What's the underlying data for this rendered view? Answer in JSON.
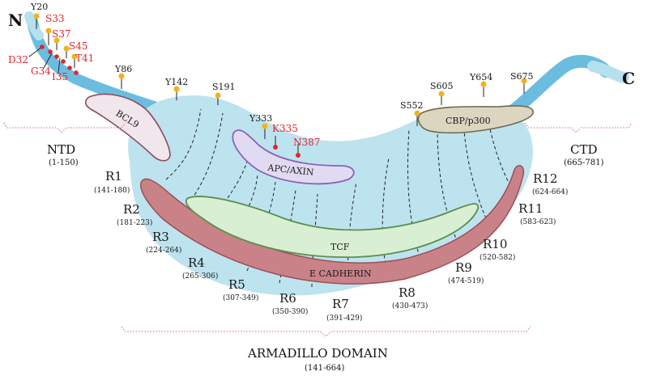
{
  "colors": {
    "body": "#bde3ef",
    "tail": "#6bbde0",
    "tail_light": "#b7e0ee",
    "bcl9_fill": "#f1e6ec",
    "bcl9_stroke": "#8d4b5e",
    "apc_fill": "#e1dbf2",
    "apc_stroke": "#8e62b4",
    "cbp_fill": "#dcd5c0",
    "cbp_stroke": "#6f6a4c",
    "tcf_fill": "#d9efd3",
    "tcf_stroke": "#5a8f4c",
    "ecad_fill": "#c98288",
    "ecad_stroke": "#9c4f56",
    "pin": "#f3b21a",
    "pin_red": "#e0242b",
    "bracket": "#d46a55",
    "black_site": "#1a1a1a",
    "red_site": "#e0242b"
  },
  "terminals": {
    "n": "N",
    "c": "C"
  },
  "sites": {
    "y20": "Y20",
    "s33": "S33",
    "s37": "S37",
    "s45": "S45",
    "t41": "T41",
    "d32": "D32",
    "g34": "G34",
    "i35": "I35",
    "y86": "Y86",
    "y142": "Y142",
    "s191": "S191",
    "y333": "Y333",
    "k335": "K335",
    "n387": "N387",
    "s552": "S552",
    "s605": "S605",
    "y654": "Y654",
    "s675": "S675"
  },
  "binders": {
    "bcl9": "BCL9",
    "apc": "APC/AXIN",
    "cbp": "CBP/p300",
    "tcf": "TCF",
    "ecad": "E CADHERIN"
  },
  "domains": {
    "ntd": {
      "name": "NTD",
      "range": "(1-150)"
    },
    "ctd": {
      "name": "CTD",
      "range": "(665-781)"
    },
    "arm": {
      "name": "ARMADILLO DOMAIN",
      "range": "(141-664)"
    }
  },
  "repeats": [
    {
      "name": "R1",
      "range": "(141-180)"
    },
    {
      "name": "R2",
      "range": "(181-223)"
    },
    {
      "name": "R3",
      "range": "(224-264)"
    },
    {
      "name": "R4",
      "range": "(265-306)"
    },
    {
      "name": "R5",
      "range": "(307-349)"
    },
    {
      "name": "R6",
      "range": "(350-390)"
    },
    {
      "name": "R7",
      "range": "(391-429)"
    },
    {
      "name": "R8",
      "range": "(430-473)"
    },
    {
      "name": "R9",
      "range": "(474-519)"
    },
    {
      "name": "R10",
      "range": "(520-582)"
    },
    {
      "name": "R11",
      "range": "(583-623)"
    },
    {
      "name": "R12",
      "range": "(624-664)"
    }
  ]
}
